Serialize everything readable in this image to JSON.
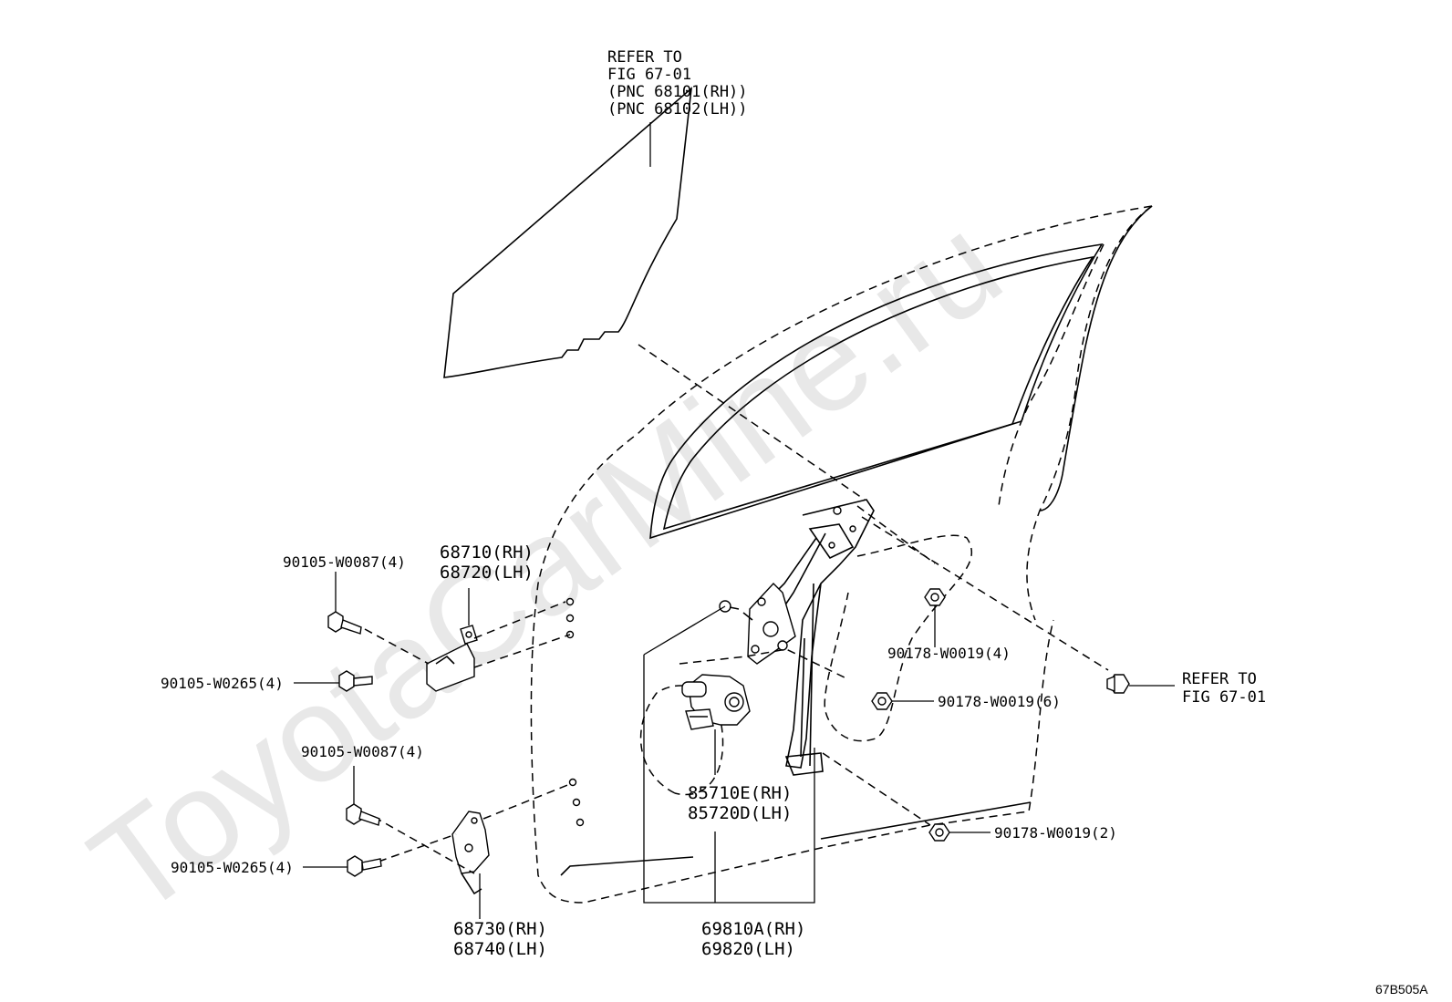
{
  "watermark": "ToyotaCarMine.ru",
  "diagram_code": "67B505A",
  "glass_label": {
    "line1": "REFER TO",
    "line2": "FIG 67-01",
    "line3": "(PNC 68101(RH))",
    "line4": "(PNC 68102(LH))"
  },
  "refer_right": {
    "line1": "REFER TO",
    "line2": "FIG 67-01"
  },
  "hinge_upper": {
    "rh": "68710(RH)",
    "lh": "68720(LH)"
  },
  "hinge_lower": {
    "rh": "68730(RH)",
    "lh": "68740(LH)"
  },
  "motor": {
    "rh": "85710E(RH)",
    "lh": "85720D(LH)"
  },
  "regulator": {
    "rh": "69810A(RH)",
    "lh": "69820(LH)"
  },
  "bolts": {
    "upper_w0087": "90105-W0087(4)",
    "upper_w0265": "90105-W0265(4)",
    "lower_w0087": "90105-W0087(4)",
    "lower_w0265": "90105-W0265(4)"
  },
  "nuts": {
    "n4": "90178-W0019(4)",
    "n6": "90178-W0019(6)",
    "n2": "90178-W0019(2)"
  }
}
